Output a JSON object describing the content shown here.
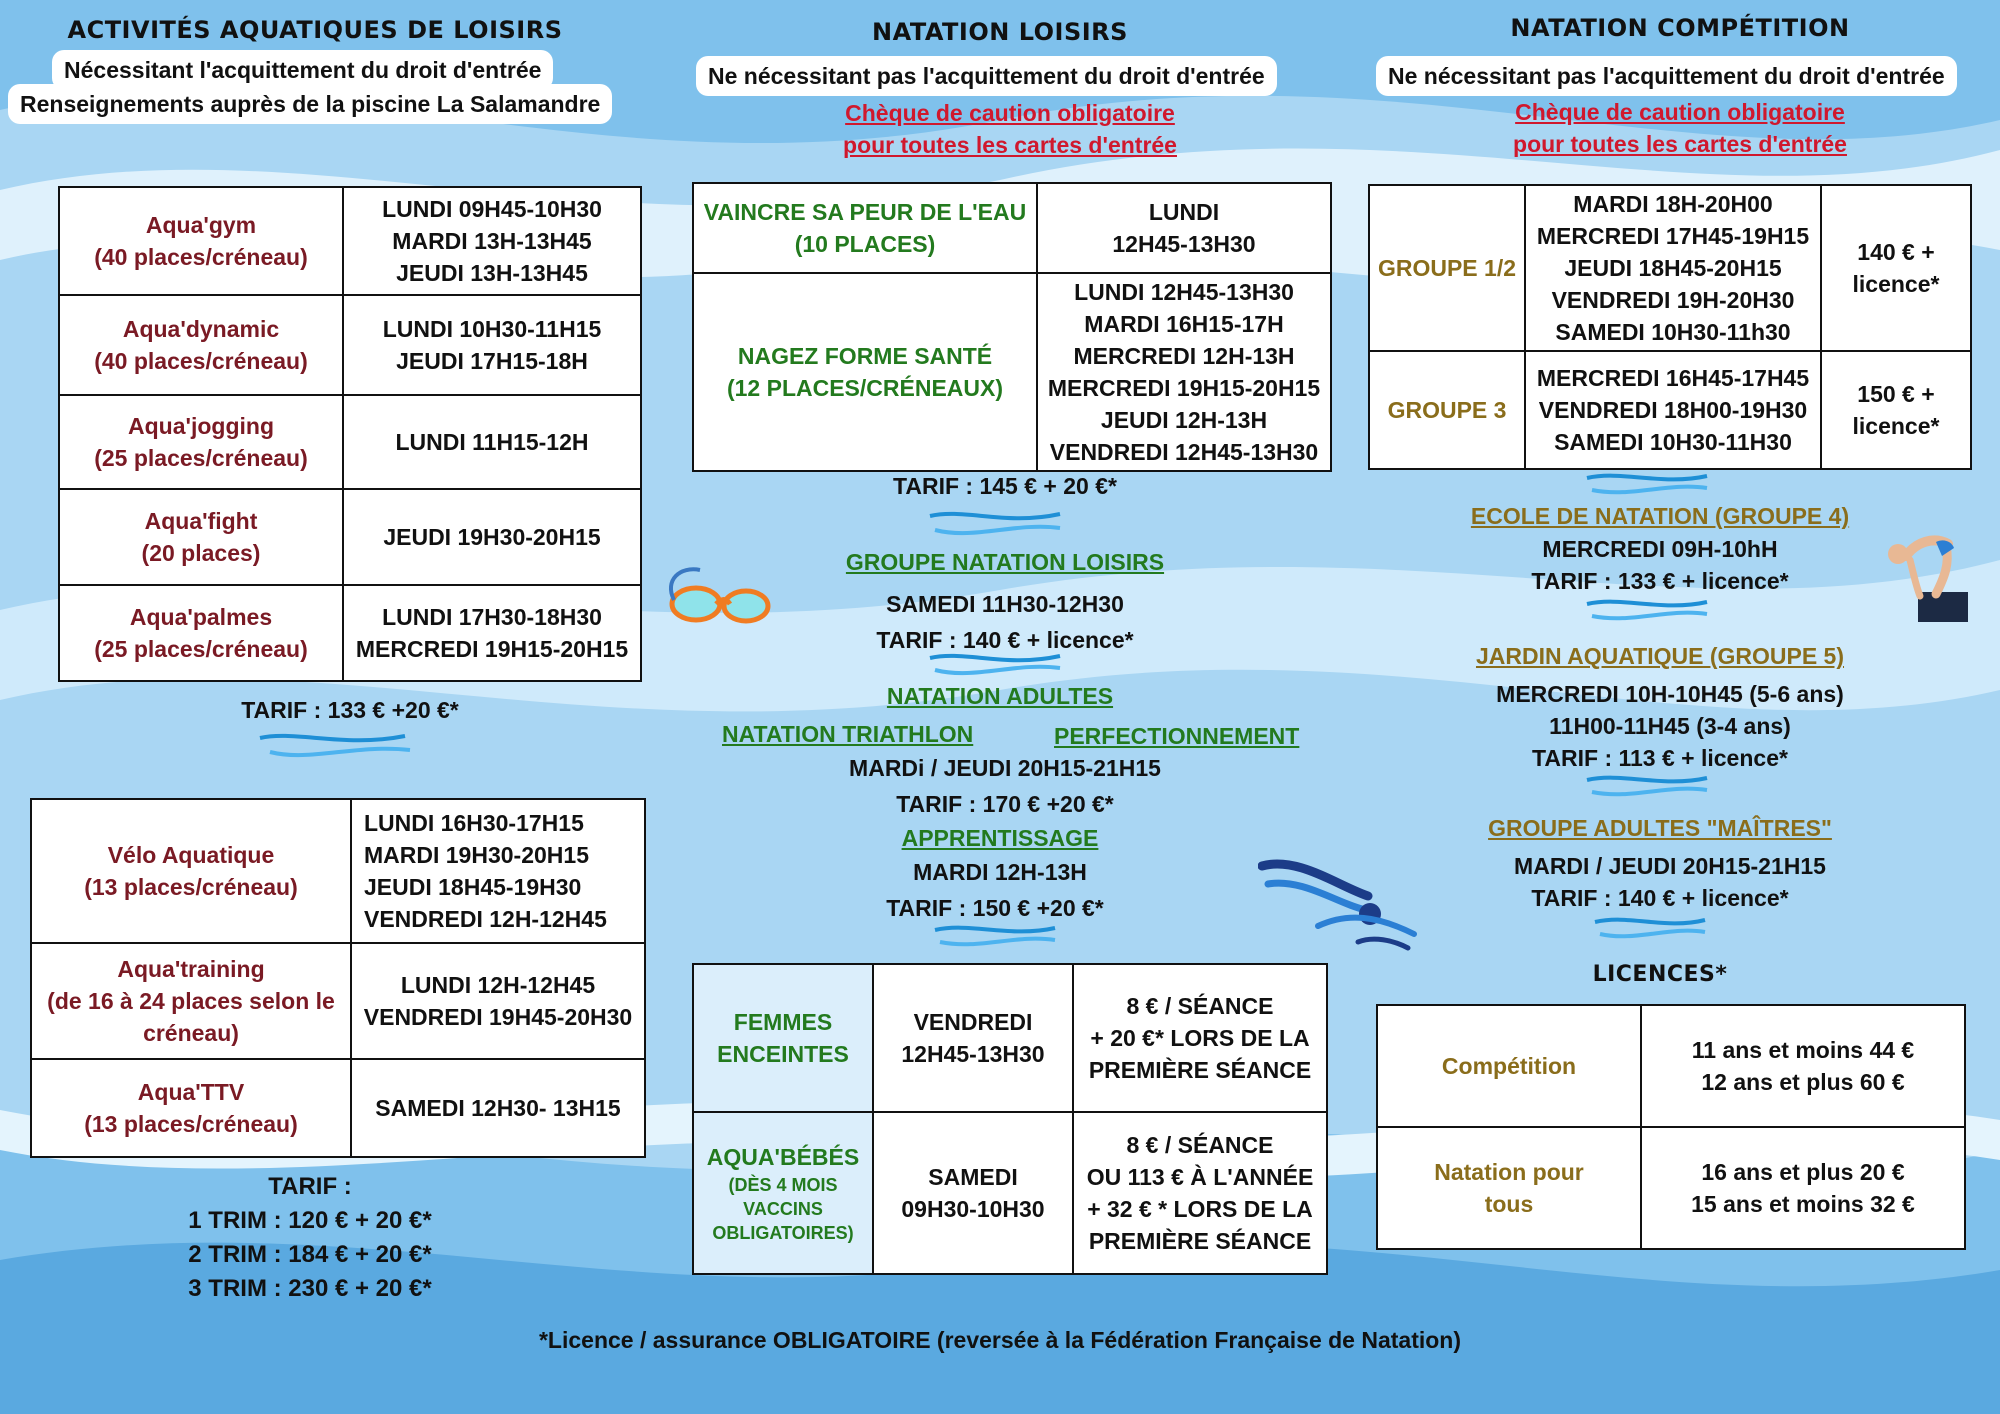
{
  "col1": {
    "heading": "ACTIVITÉS AQUATIQUES DE LOISIRS",
    "note1": "Nécessitant l'acquittement du droit d'entrée",
    "note2": "Renseignements auprès de la piscine La Salamandre",
    "table1": [
      {
        "name": "Aqua'gym",
        "places": "(40 places/créneau)",
        "times": [
          "LUNDI 09H45-10H30",
          "MARDI 13H-13H45",
          "JEUDI 13H-13H45"
        ]
      },
      {
        "name": "Aqua'dynamic",
        "places": "(40 places/créneau)",
        "times": [
          "LUNDI 10H30-11H15",
          "JEUDI 17H15-18H"
        ]
      },
      {
        "name": "Aqua'jogging",
        "places": "(25 places/créneau)",
        "times": [
          "LUNDI 11H15-12H"
        ]
      },
      {
        "name": "Aqua'fight",
        "places": "(20 places)",
        "times": [
          "JEUDI 19H30-20H15"
        ]
      },
      {
        "name": "Aqua'palmes",
        "places": "(25 places/créneau)",
        "times": [
          "LUNDI 17H30-18H30",
          "MERCREDI 19H15-20H15"
        ]
      }
    ],
    "tarif1": "TARIF : 133 € +20 €*",
    "table2": [
      {
        "name": "Vélo Aquatique",
        "places": "(13 places/créneau)",
        "times": [
          "LUNDI 16H30-17H15",
          "MARDI 19H30-20H15",
          "JEUDI 18H45-19H30",
          "VENDREDI 12H-12H45"
        ]
      },
      {
        "name": "Aqua'training",
        "places": "(de 16 à 24 places selon le créneau)",
        "times": [
          "LUNDI 12H-12H45",
          "VENDREDI 19H45-20H30"
        ]
      },
      {
        "name": "Aqua'TTV",
        "places": "(13 places/créneau)",
        "times": [
          "SAMEDI 12H30- 13H15"
        ]
      }
    ],
    "tarif2": [
      "TARIF :",
      "1 TRIM : 120 € + 20 €*",
      "2 TRIM : 184 € + 20 €*",
      "3 TRIM : 230 € + 20 €*"
    ]
  },
  "col2": {
    "heading": "NATATION LOISIRS",
    "note": "Ne nécessitant pas l'acquittement du droit d'entrée",
    "caution1": "Chèque de caution obligatoire",
    "caution2": "pour toutes les cartes d'entrée",
    "table": [
      {
        "name": "VAINCRE SA PEUR DE L'EAU",
        "sub": "(10 PLACES)",
        "times": [
          "LUNDI",
          "12H45-13H30"
        ]
      },
      {
        "name": "NAGEZ FORME SANTÉ",
        "sub": "(12 PLACES/CRÉNEAUX)",
        "times": [
          "LUNDI 12H45-13H30",
          "MARDI 16H15-17H",
          "MERCREDI 12H-13H",
          "MERCREDI 19H15-20H15",
          "JEUDI 12H-13H",
          "VENDREDI 12H45-13H30"
        ]
      }
    ],
    "tarif1": "TARIF : 145 € + 20 €*",
    "groupe_title": "GROUPE NATATION LOISIRS",
    "groupe_time": "SAMEDI 11H30-12H30",
    "groupe_tarif": "TARIF : 140 € + licence*",
    "adultes_title": "NATATION ADULTES",
    "triathlon": "NATATION  TRIATHLON",
    "perfectionnement": "PERFECTIONNEMENT",
    "adultes_time": "MARDi / JEUDI 20H15-21H15",
    "adultes_tarif": "TARIF : 170 € +20 €*",
    "apprentissage_title": "APPRENTISSAGE",
    "apprentissage_time": "MARDI 12H-13H",
    "apprentissage_tarif": "TARIF : 150 € +20 €*",
    "table2": [
      {
        "name": [
          "FEMMES",
          "ENCEINTES"
        ],
        "times": [
          "VENDREDI",
          "12H45-13H30"
        ],
        "price": [
          "8 € / SÉANCE",
          "+ 20 €* LORS DE LA",
          "PREMIÈRE SÉANCE"
        ]
      },
      {
        "name": [
          "AQUA'BÉBÉS"
        ],
        "sub": [
          "(DÈS 4 MOIS",
          "VACCINS",
          "OBLIGATOIRES)"
        ],
        "times": [
          "SAMEDI",
          "09H30-10H30"
        ],
        "price": [
          "8 € / SÉANCE",
          "OU 113 € À L'ANNÉE",
          "+ 32 € * LORS DE LA",
          "PREMIÈRE SÉANCE"
        ]
      }
    ]
  },
  "col3": {
    "heading": "NATATION COMPÉTITION",
    "note": "Ne nécessitant pas l'acquittement du droit d'entrée",
    "caution1": "Chèque de caution obligatoire",
    "caution2": "pour toutes les cartes d'entrée",
    "table": [
      {
        "name": "GROUPE 1/2",
        "times": [
          "MARDI 18H-20H00",
          "MERCREDI 17H45-19H15",
          "JEUDI 18H45-20H15",
          "VENDREDI 19H-20H30",
          "SAMEDI 10H30-11h30"
        ],
        "price": [
          "140 € +",
          "licence*"
        ]
      },
      {
        "name": "GROUPE 3",
        "times": [
          "MERCREDI 16H45-17H45",
          "VENDREDI 18H00-19H30",
          "SAMEDI 10H30-11H30"
        ],
        "price": [
          "150 € +",
          "licence*"
        ]
      }
    ],
    "ecole_title": "ECOLE DE NATATION (GROUPE 4)",
    "ecole_time": "MERCREDI 09H-10hH",
    "ecole_tarif": "TARIF : 133 € + licence*",
    "jardin_title": "JARDIN AQUATIQUE (GROUPE 5)",
    "jardin_time1": "MERCREDI 10H-10H45 (5-6 ans)",
    "jardin_time2": "11H00-11H45 (3-4 ans)",
    "jardin_tarif": "TARIF : 113 € + licence*",
    "maitres_title": "GROUPE ADULTES \"MAÎTRES\"",
    "maitres_time": "MARDI / JEUDI 20H15-21H15",
    "maitres_tarif": "TARIF : 140 € + licence*",
    "licences_title": "LICENCES*",
    "licences": [
      {
        "name": [
          "Compétition"
        ],
        "prices": [
          "11 ans et moins 44 €",
          "12 ans et plus 60 €"
        ]
      },
      {
        "name": [
          "Natation pour",
          "tous"
        ],
        "prices": [
          "16 ans et plus 20 €",
          "15 ans et moins 32 €"
        ]
      }
    ]
  },
  "footer": "*Licence / assurance OBLIGATOIRE (reversée à la Fédération Française de Natation)",
  "icons": [
    "goggles-icon",
    "swimmer-icon",
    "diver-icon",
    "wave-divider-icon"
  ],
  "colors": {
    "maroon": "#7a1a24",
    "green": "#237a1e",
    "gold": "#8a6d1b",
    "red": "#d0182d",
    "wave": "#1e8fd6"
  }
}
